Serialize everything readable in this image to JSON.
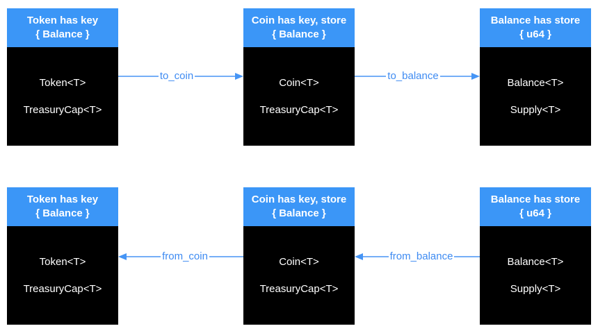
{
  "colors": {
    "header_bg": "#3b96f7",
    "body_bg": "#000000",
    "node_text": "#ffffff",
    "arrow_line": "#74aef7",
    "arrow_head": "#4695f5",
    "arrow_label": "#3e8bf2",
    "canvas_bg": "#ffffff"
  },
  "rows": [
    {
      "nodes": [
        {
          "title_line1": "Token has key",
          "title_line2": "{ Balance }",
          "fields": [
            "Token<T>",
            "TreasuryCap<T>"
          ]
        },
        {
          "title_line1": "Coin has key, store",
          "title_line2": "{ Balance }",
          "fields": [
            "Coin<T>",
            "TreasuryCap<T>"
          ]
        },
        {
          "title_line1": "Balance has store",
          "title_line2": "{ u64 }",
          "fields": [
            "Balance<T>",
            "Supply<T>"
          ]
        }
      ],
      "arrows": [
        {
          "label": "to_coin",
          "direction": "right"
        },
        {
          "label": "to_balance",
          "direction": "right"
        }
      ]
    },
    {
      "nodes": [
        {
          "title_line1": "Token has key",
          "title_line2": "{ Balance }",
          "fields": [
            "Token<T>",
            "TreasuryCap<T>"
          ]
        },
        {
          "title_line1": "Coin has key, store",
          "title_line2": "{ Balance }",
          "fields": [
            "Coin<T>",
            "TreasuryCap<T>"
          ]
        },
        {
          "title_line1": "Balance has store",
          "title_line2": "{ u64 }",
          "fields": [
            "Balance<T>",
            "Supply<T>"
          ]
        }
      ],
      "arrows": [
        {
          "label": "from_coin",
          "direction": "left"
        },
        {
          "label": "from_balance",
          "direction": "left"
        }
      ]
    }
  ]
}
